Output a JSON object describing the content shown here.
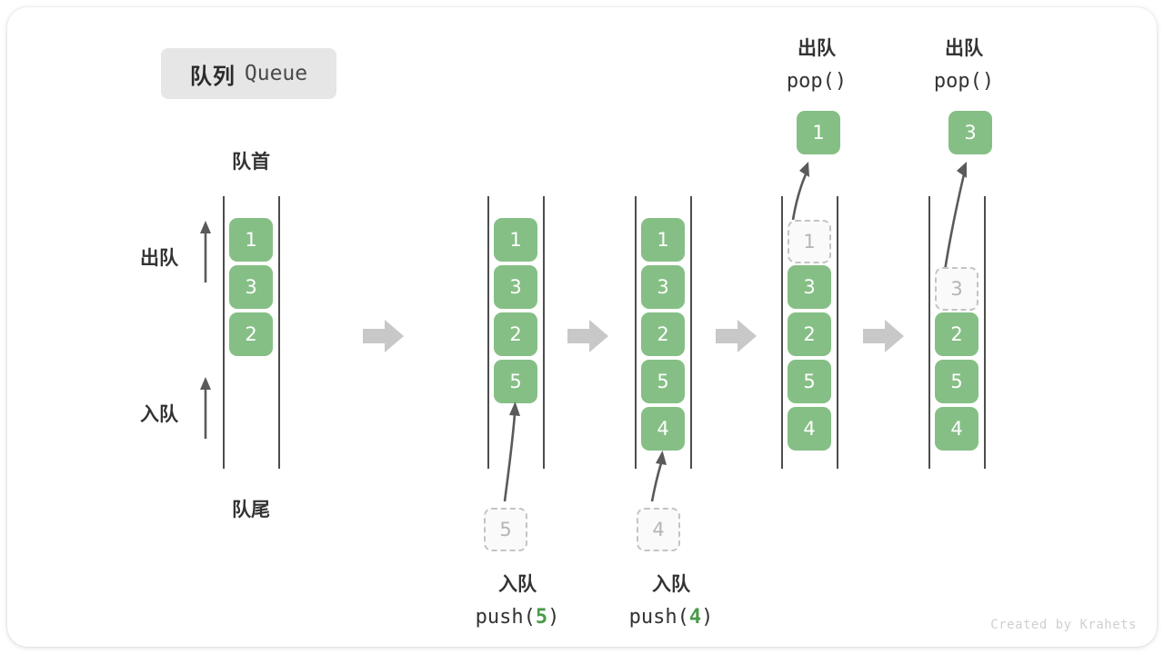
{
  "card": {
    "title_cn": "队列",
    "title_en": "Queue",
    "credit": "Created by Krahets"
  },
  "labels": {
    "head": "队首",
    "tail": "队尾",
    "dequeue": "出队",
    "enqueue": "入队"
  },
  "stage_arrow_icon": "right-block-arrow",
  "diagram": {
    "type": "queue-operations",
    "cell_color": "#85bf85",
    "ghost_color": "#b5b5b5",
    "rail_color": "#4d4d4d",
    "arrow_color": "#5a5a5a",
    "stage_arrow_color": "#c8c8c8",
    "stages": [
      {
        "id": "initial",
        "cells": [
          "1",
          "3",
          "2"
        ],
        "ghost_slot": null,
        "ghost_value": null,
        "side_labels": [
          "出队",
          "入队"
        ],
        "head_label": "队首",
        "tail_label": "队尾"
      },
      {
        "id": "push-5",
        "cells": [
          "1",
          "3",
          "2",
          "5"
        ],
        "ghost_slot": null,
        "incoming_value": "5",
        "op_cn": "入队",
        "op_fn_prefix": "push(",
        "op_fn_arg": "5",
        "op_fn_suffix": ")"
      },
      {
        "id": "push-4",
        "cells": [
          "1",
          "3",
          "2",
          "5",
          "4"
        ],
        "ghost_slot": null,
        "incoming_value": "4",
        "op_cn": "入队",
        "op_fn_prefix": "push(",
        "op_fn_arg": "4",
        "op_fn_suffix": ")"
      },
      {
        "id": "pop-1",
        "cells": [
          "3",
          "2",
          "5",
          "4"
        ],
        "ghost_slot": 0,
        "ghost_value": "1",
        "popped_value": "1",
        "op_cn": "出队",
        "op_fn": "pop()"
      },
      {
        "id": "pop-3",
        "cells": [
          "2",
          "5",
          "4"
        ],
        "ghost_slot": 1,
        "ghost_value": "3",
        "popped_value": "3",
        "op_cn": "出队",
        "op_fn": "pop()"
      }
    ]
  }
}
